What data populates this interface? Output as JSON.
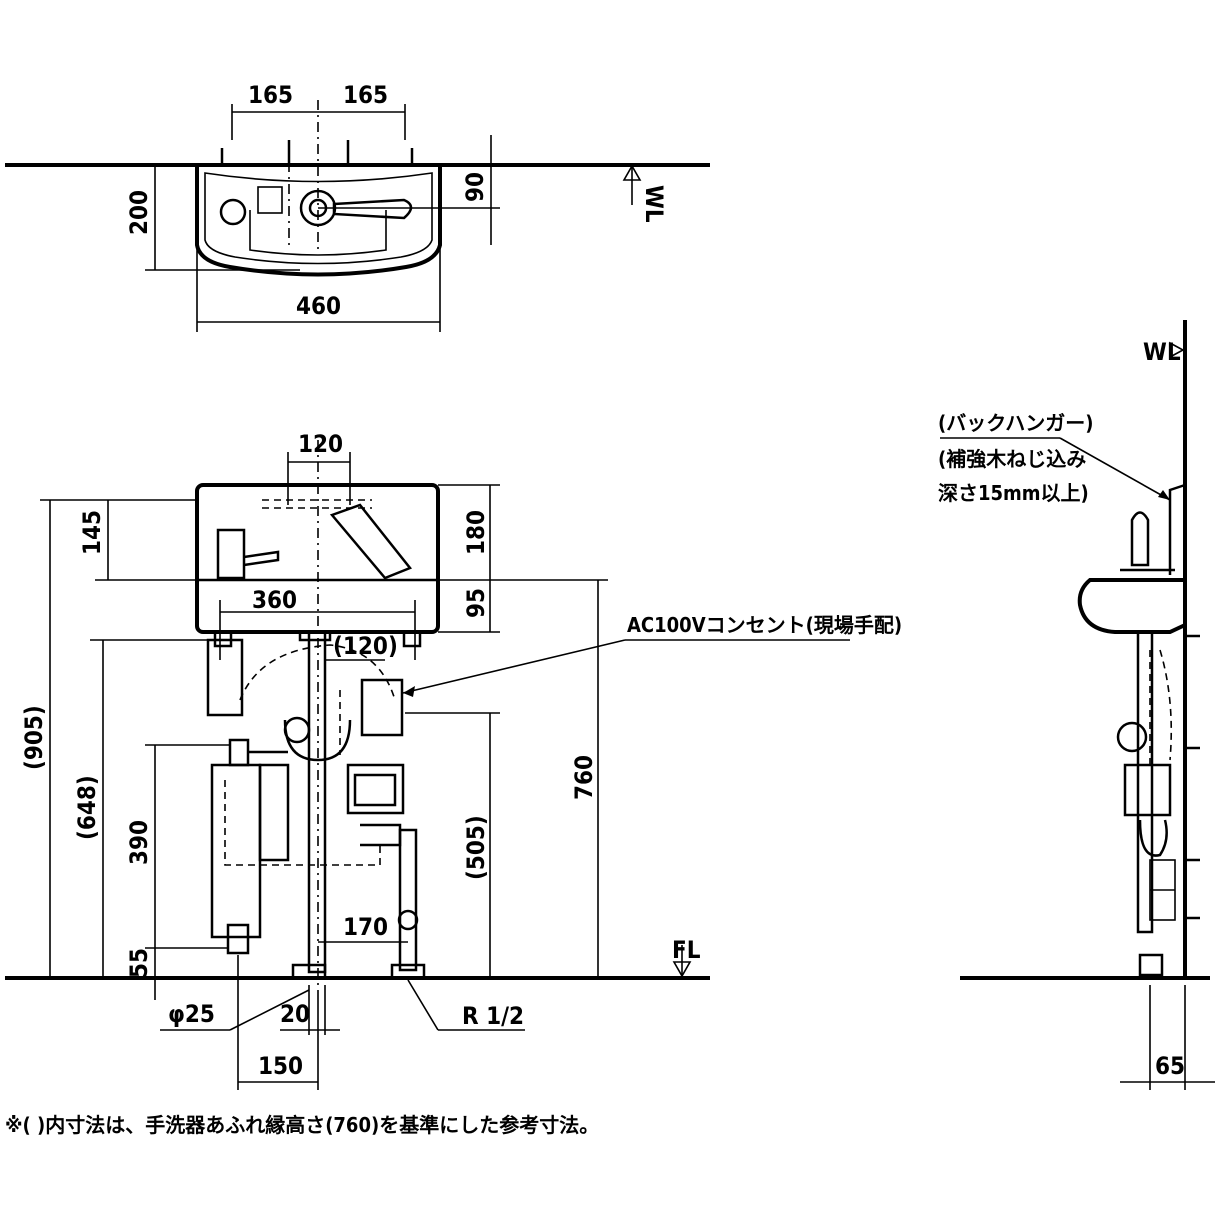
{
  "plan_view": {
    "dim_left_165": "165",
    "dim_right_165": "165",
    "dim_depth_200": "200",
    "dim_faucet_90": "90",
    "dim_width_460": "460",
    "wl_label": "WL"
  },
  "front_view": {
    "dim_120": "120",
    "dim_145": "145",
    "dim_180": "180",
    "dim_360": "360",
    "dim_95": "95",
    "dim_120_ref": "(120)",
    "dim_905": "(905)",
    "dim_648": "(648)",
    "dim_390": "390",
    "dim_55": "55",
    "dim_505": "(505)",
    "dim_760": "760",
    "dim_170": "170",
    "dim_25": "φ25",
    "dim_20": "20",
    "dim_150": "150",
    "r_half": "R 1/2",
    "fl_label": "FL",
    "outlet_label": "AC100Vコンセント(現場手配)"
  },
  "side_view": {
    "wl_label": "WL",
    "hanger_line1": "(バックハンガー)",
    "hanger_line2": "(補強木ねじ込み",
    "hanger_line3": "深さ15mm以上)",
    "dim_65": "65"
  },
  "footnote": "※( )内寸法は、手洗器あふれ縁高さ(760)を基準にした参考寸法。"
}
